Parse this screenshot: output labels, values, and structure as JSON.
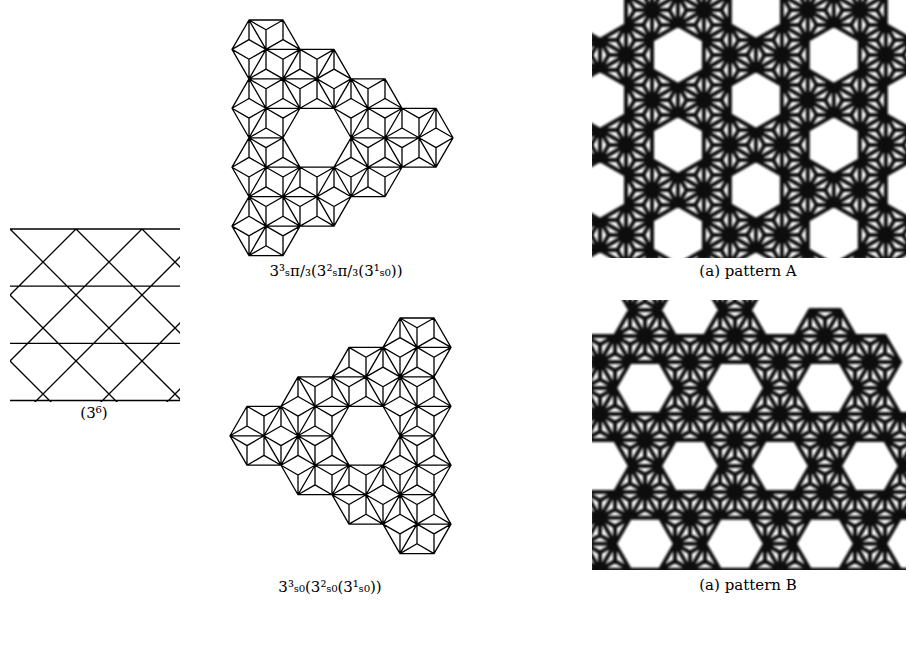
{
  "diagram": {
    "labels": [
      "(3⁶)",
      "3³ₛπ/₃(3²ₛπ/₃(3¹ₛ₀))",
      "3³ₛ₀(3²ₛ₀(3¹ₛ₀))",
      "(a) pattern A",
      "(a) pattern B"
    ]
  }
}
